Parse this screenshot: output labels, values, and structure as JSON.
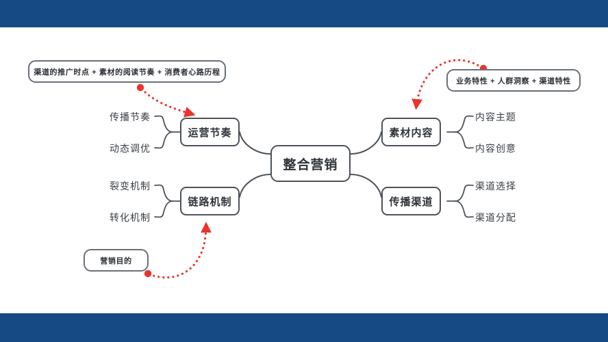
{
  "slide": {
    "band_color": "#164a84",
    "background": "#ffffff",
    "accent_color": "#e8352e",
    "line_color": "#4c525a"
  },
  "mindmap": {
    "center": {
      "label": "整合营销"
    },
    "branches": [
      {
        "id": "operation-rhythm",
        "label": "运营节奏",
        "side": "left",
        "leaves": [
          {
            "label": "传播节奏"
          },
          {
            "label": "动态调优"
          }
        ]
      },
      {
        "id": "link-mechanism",
        "label": "链路机制",
        "side": "left",
        "leaves": [
          {
            "label": "裂变机制"
          },
          {
            "label": "转化机制"
          }
        ]
      },
      {
        "id": "material-content",
        "label": "素材内容",
        "side": "right",
        "leaves": [
          {
            "label": "内容主题"
          },
          {
            "label": "内容创意"
          }
        ]
      },
      {
        "id": "spread-channel",
        "label": "传播渠道",
        "side": "right",
        "leaves": [
          {
            "label": "渠道选择"
          },
          {
            "label": "渠道分配"
          }
        ]
      }
    ],
    "annotations": [
      {
        "id": "note-top-left",
        "label": "渠道的推广时点 + 素材的阅读节奏 + 消费者心路历程",
        "points_to": "运营节奏"
      },
      {
        "id": "note-top-right",
        "label": "业务特性 + 人群洞察 + 渠道特性",
        "points_to": "素材内容"
      },
      {
        "id": "note-bottom-left",
        "label": "营销目的",
        "points_to": "链路机制"
      }
    ]
  }
}
